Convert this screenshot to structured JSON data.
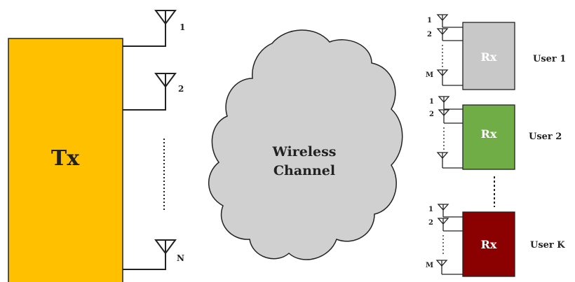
{
  "transmitter": {
    "label": "Tx",
    "fill": "#ffc000",
    "antennas": [
      {
        "label": "1"
      },
      {
        "label": "2"
      },
      {
        "label": "N"
      }
    ]
  },
  "channel": {
    "line1": "Wireless",
    "line2": "Channel",
    "fill": "#d0d0d0"
  },
  "users": [
    {
      "rx_label": "Rx",
      "user_label": "User 1",
      "fill": "#c8c8c8",
      "antenna_labels": [
        "1",
        "2",
        "M"
      ]
    },
    {
      "rx_label": "Rx",
      "user_label": "User 2",
      "fill": "#70ad47",
      "antenna_labels": [
        "1",
        "2",
        ""
      ]
    },
    {
      "rx_label": "Rx",
      "user_label": "User K",
      "fill": "#8b0000",
      "antenna_labels": [
        "1",
        "2",
        "M"
      ]
    }
  ]
}
